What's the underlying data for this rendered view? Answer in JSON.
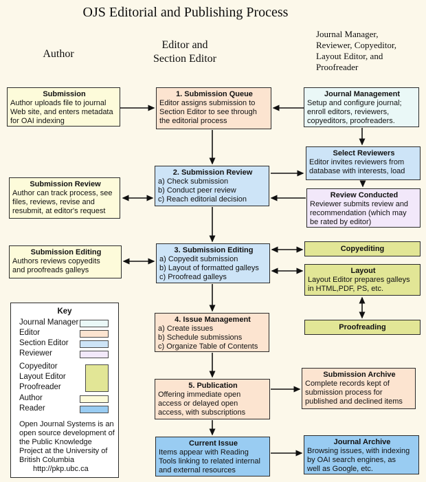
{
  "title": "OJS Editorial and Publishing Process",
  "columns": {
    "author": "Author",
    "editor_lines": [
      "Editor and",
      "Section Editor"
    ],
    "roles_lines": [
      "Journal Manager,",
      "Reviewer, Copyeditor,",
      "Layout Editor, and",
      "Proofreader"
    ]
  },
  "boxes": {
    "submission": {
      "title": "Submission",
      "lines": [
        "Author uploads file to journal",
        "Web site, and enters metadata",
        "for OAI indexing"
      ]
    },
    "submission_queue": {
      "title": "1. Submission Queue",
      "lines": [
        "Editor assigns submission to",
        "Section Editor to see through",
        "the editorial process"
      ]
    },
    "journal_management": {
      "title": "Journal Management",
      "lines": [
        "Setup and configure journal;",
        "enroll editors, reviewers,",
        "copyeditors, proofreaders."
      ]
    },
    "select_reviewers": {
      "title": "Select Reviewers",
      "lines": [
        "Editor invites reviewers from",
        "database with interests, load"
      ]
    },
    "review_conducted": {
      "title": "Review Conducted",
      "lines": [
        "Reviewer submits review and",
        "recommendation (which may",
        "be rated by editor)"
      ]
    },
    "submission_review_mid": {
      "title": "2. Submission Review",
      "lines": [
        "a) Check submission",
        "b) Conduct peer review",
        "c) Reach editorial decision"
      ]
    },
    "submission_review_left": {
      "title": "Submission Review",
      "lines": [
        "Author can track process, see",
        "files, reviews, revise and",
        "resubmit, at editor's request"
      ]
    },
    "submission_editing_left": {
      "title": "Submission Editing",
      "lines": [
        "Authors reviews copyedits",
        "and proofreads galleys"
      ]
    },
    "submission_editing_mid": {
      "title": "3. Submission Editing",
      "lines": [
        "a) Copyedit submission",
        "b) Layout of formatted galleys",
        "c) Proofread galleys"
      ]
    },
    "copyediting": {
      "title": "Copyediting",
      "lines": []
    },
    "layout": {
      "title": "Layout",
      "lines": [
        "Layout Editor prepares galleys",
        "in HTML,PDF, PS, etc."
      ]
    },
    "proofreading": {
      "title": "Proofreading",
      "lines": []
    },
    "issue_management": {
      "title": "4. Issue Management",
      "lines": [
        "a) Create issues",
        "b) Schedule submissions",
        "c) Organize Table of Contents"
      ]
    },
    "publication": {
      "title": "5. Publication",
      "lines": [
        "Offering immediate open",
        "access or delayed open",
        "access, with subscriptions"
      ]
    },
    "submission_archive": {
      "title": "Submission Archive",
      "lines": [
        "Complete records kept of",
        "submission process for",
        "published and declined items"
      ]
    },
    "current_issue": {
      "title": "Current Issue",
      "lines": [
        "Items appear with Reading",
        "Tools linking to related internal",
        "and external resources"
      ]
    },
    "journal_archive": {
      "title": "Journal Archive",
      "lines": [
        "Browsing issues, with indexing",
        "by OAI search engines, as",
        "well as Google, etc."
      ]
    }
  },
  "key": {
    "title": "Key",
    "entries": [
      {
        "label": "Journal Manager"
      },
      {
        "label": "Editor"
      },
      {
        "label": "Section Editor"
      },
      {
        "label": "Reviewer"
      },
      {
        "label": "Copyeditor"
      },
      {
        "label": "Layout Editor"
      },
      {
        "label": "Proofreader"
      },
      {
        "label": "Author"
      },
      {
        "label": "Reader"
      }
    ],
    "note_lines": [
      "Open Journal Systems is an",
      "open source development of",
      "the Public Knowledge",
      "Project at the University of",
      "British Columbia"
    ],
    "url": "http://pkp.ubc.ca"
  },
  "colors": {
    "background": "#fcf8ea",
    "journal_manager": "#eaf8f7",
    "editor": "#fce4d0",
    "section_editor": "#cde4f7",
    "reviewer": "#f2e8fa",
    "copyeditor_layout_proofreader": "#e2e696",
    "author": "#fdfbda",
    "reader": "#99ccf2",
    "box_border": "#2a2a2a",
    "arrow": "#111111"
  }
}
